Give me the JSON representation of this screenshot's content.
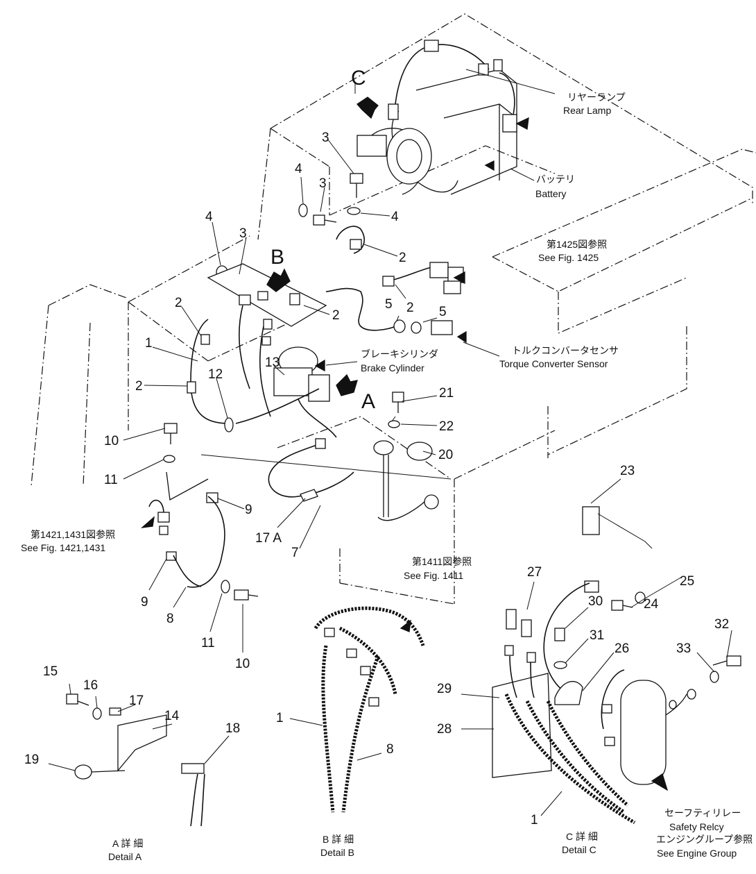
{
  "callouts": [
    {
      "id": "c-C",
      "text": "C",
      "big": true
    },
    {
      "id": "c-B",
      "text": "B",
      "big": true
    },
    {
      "id": "c-A",
      "text": "A",
      "big": true
    },
    {
      "id": "n3a",
      "text": "3"
    },
    {
      "id": "n3b",
      "text": "3"
    },
    {
      "id": "n3c",
      "text": "3"
    },
    {
      "id": "n4a",
      "text": "4"
    },
    {
      "id": "n4b",
      "text": "4"
    },
    {
      "id": "n4c",
      "text": "4"
    },
    {
      "id": "n2a",
      "text": "2"
    },
    {
      "id": "n2b",
      "text": "2"
    },
    {
      "id": "n2c",
      "text": "2"
    },
    {
      "id": "n2d",
      "text": "2"
    },
    {
      "id": "n2e",
      "text": "2"
    },
    {
      "id": "n5a",
      "text": "5"
    },
    {
      "id": "n5b",
      "text": "5"
    },
    {
      "id": "n1a",
      "text": "1"
    },
    {
      "id": "n12",
      "text": "12"
    },
    {
      "id": "n13",
      "text": "13"
    },
    {
      "id": "n21",
      "text": "21"
    },
    {
      "id": "n22",
      "text": "22"
    },
    {
      "id": "n20",
      "text": "20"
    },
    {
      "id": "n10a",
      "text": "10"
    },
    {
      "id": "n11a",
      "text": "11"
    },
    {
      "id": "n9a",
      "text": "9"
    },
    {
      "id": "n17A",
      "text": "17 A"
    },
    {
      "id": "n7",
      "text": "7"
    },
    {
      "id": "n23",
      "text": "23"
    },
    {
      "id": "n25",
      "text": "25"
    },
    {
      "id": "n24",
      "text": "24"
    },
    {
      "id": "n27",
      "text": "27"
    },
    {
      "id": "n30",
      "text": "30"
    },
    {
      "id": "n31",
      "text": "31"
    },
    {
      "id": "n32",
      "text": "32"
    },
    {
      "id": "n33",
      "text": "33"
    },
    {
      "id": "n26",
      "text": "26"
    },
    {
      "id": "n29",
      "text": "29"
    },
    {
      "id": "n28",
      "text": "28"
    },
    {
      "id": "n1c",
      "text": "1"
    },
    {
      "id": "n9b",
      "text": "9"
    },
    {
      "id": "n8a",
      "text": "8"
    },
    {
      "id": "n11b",
      "text": "11"
    },
    {
      "id": "n10b",
      "text": "10"
    },
    {
      "id": "n15",
      "text": "15"
    },
    {
      "id": "n16",
      "text": "16"
    },
    {
      "id": "n17",
      "text": "17"
    },
    {
      "id": "n14",
      "text": "14"
    },
    {
      "id": "n18",
      "text": "18"
    },
    {
      "id": "n19",
      "text": "19"
    },
    {
      "id": "n1b",
      "text": "1"
    },
    {
      "id": "n8b",
      "text": "8"
    }
  ],
  "captions": {
    "rear_lamp_jp": "リヤーランプ",
    "rear_lamp_en": "Rear Lamp",
    "battery_jp": "バッテリ",
    "battery_en": "Battery",
    "fig1425_jp": "第1425図参照",
    "fig1425_en": "See Fig. 1425",
    "torque_jp": "トルクコンバータセンサ",
    "torque_en": "Torque Converter Sensor",
    "brake_jp": "ブレーキシリンダ",
    "brake_en": "Brake Cylinder",
    "fig1421_jp": "第1421,1431図参照",
    "fig1421_en": "See Fig. 1421,1431",
    "fig1411_jp": "第1411図参照",
    "fig1411_en": "See Fig. 1411",
    "safety_jp": "セーフティリレー",
    "safety_en": "Safety Relcy",
    "engine_jp": "エンジングループ参照",
    "engine_en": "See Engine Group",
    "detailA_jp": "A 詳 細",
    "detailA_en": "Detail A",
    "detailB_jp": "B 詳 細",
    "detailB_en": "Detail B",
    "detailC_jp": "C 詳 細",
    "detailC_en": "Detail C"
  }
}
